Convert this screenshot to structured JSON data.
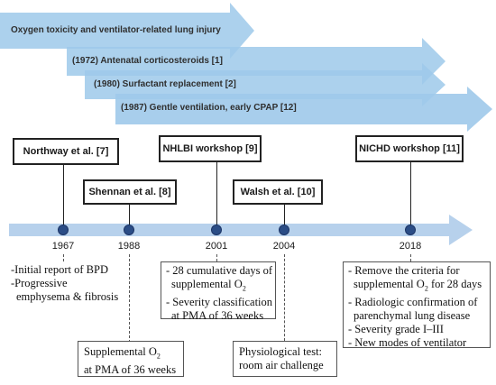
{
  "bands": [
    {
      "label": "Oxygen toxicity and ventilator-related lung injury"
    },
    {
      "label": "(1972) Antenatal corticosteroids [1]"
    },
    {
      "label": "(1980) Surfactant replacement [2]"
    },
    {
      "label": "(1987) Gentle ventilation, early CPAP [12]"
    }
  ],
  "timeline": {
    "milestones": [
      {
        "year": "1967",
        "box": "Northway et al. [7]"
      },
      {
        "year": "1988",
        "box": "Shennan et al. [8]"
      },
      {
        "year": "2001",
        "box": "NHLBI workshop [9]"
      },
      {
        "year": "2004",
        "box": "Walsh et al. [10]"
      },
      {
        "year": "2018",
        "box": "NICHD workshop [11]"
      }
    ]
  },
  "notes": {
    "n1967": [
      "-Initial report of BPD",
      "-Progressive",
      " emphysema & fibrosis"
    ],
    "n1988": {
      "l1": "Supplemental O",
      "sub": "2",
      "l2": "at PMA of 36 weeks"
    },
    "n2001": {
      "l1": "- 28 cumulative days of",
      "l2a": "  supplemental O",
      "sub": "2",
      "l3": "- Severity classification",
      "l4": "  at PMA of 36 weeks"
    },
    "n2004": [
      "Physiological test:",
      "room air challenge"
    ],
    "n2018": {
      "l1": "- Remove the criteria for",
      "l2a": "  supplemental O",
      "sub": "2",
      "l2b": " for 28 days",
      "l3": "- Radiologic confirmation of",
      "l4": "  parenchymal lung disease",
      "l5": "- Severity grade I–III",
      "l6": "- New modes of ventilator"
    }
  },
  "colors": {
    "band": "#9ec9ea",
    "timeline": "#b7d1ec",
    "dot": "#2b4d86"
  }
}
